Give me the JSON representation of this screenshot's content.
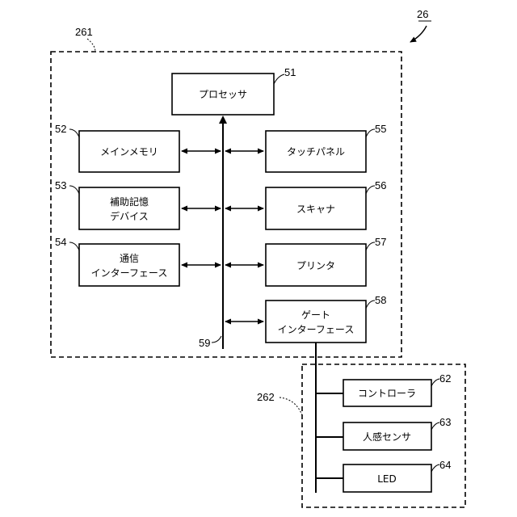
{
  "refs": {
    "system": "26",
    "main_unit": "261",
    "sub_unit": "262",
    "processor": "51",
    "main_memory": "52",
    "aux_storage": "53",
    "comm_if": "54",
    "touch_panel": "55",
    "scanner": "56",
    "printer": "57",
    "gate_if": "58",
    "bus": "59",
    "controller": "62",
    "human_sensor": "63",
    "led": "64"
  },
  "blocks": {
    "processor": [
      "プロセッサ"
    ],
    "main_memory": [
      "メインメモリ"
    ],
    "aux_storage": [
      "補助記憶",
      "デバイス"
    ],
    "comm_if": [
      "通信",
      "インターフェース"
    ],
    "touch_panel": [
      "タッチパネル"
    ],
    "scanner": [
      "スキャナ"
    ],
    "printer": [
      "プリンタ"
    ],
    "gate_if": [
      "ゲート",
      "インターフェース"
    ],
    "controller": [
      "コントローラ"
    ],
    "human_sensor": [
      "人感センサ"
    ],
    "led": [
      "LED"
    ]
  }
}
